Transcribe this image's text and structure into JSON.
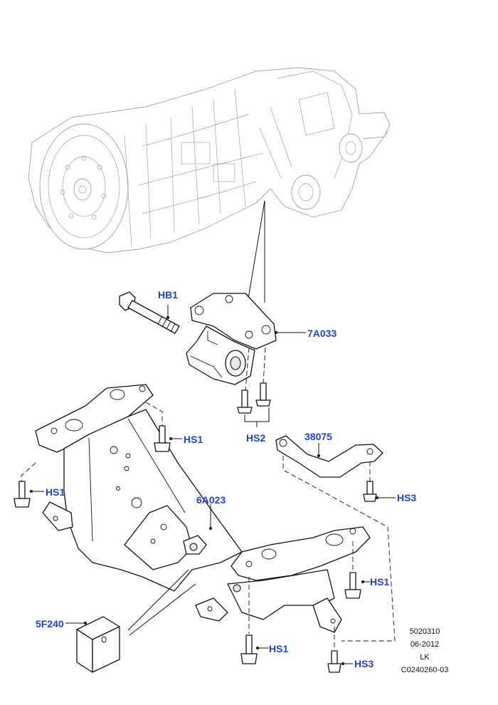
{
  "callouts": {
    "hb1": "HB1",
    "mount": "7A033",
    "hs2": "HS2",
    "bracket": "38075",
    "hs1_a": "HS1",
    "hs1_b": "HS1",
    "hs1_c": "HS1",
    "hs1_d": "HS1",
    "crossmember": "6A023",
    "hs3_a": "HS3",
    "hs3_b": "HS3",
    "block": "5F240"
  },
  "info": {
    "code": "5020310",
    "date": "06-2012",
    "initials": "LK",
    "ref": "C0240260-03"
  }
}
